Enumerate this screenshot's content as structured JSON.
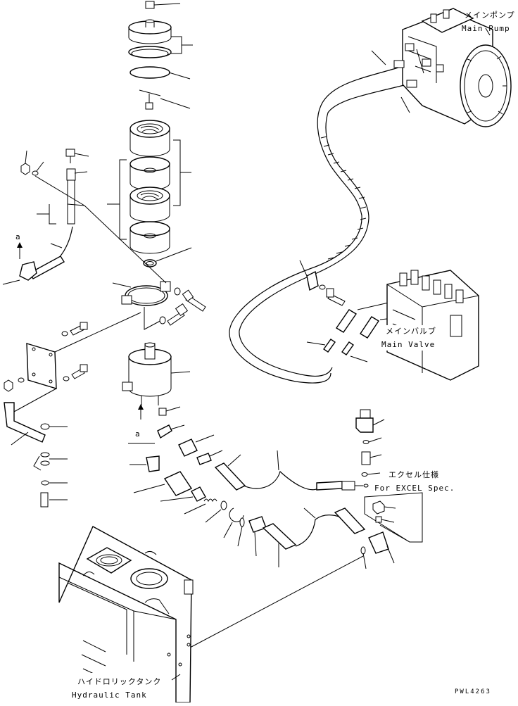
{
  "diagram": {
    "labels": {
      "main_pump_jp": "メインポンプ",
      "main_pump_en": "Main Pump",
      "main_valve_jp": "メインバルブ",
      "main_valve_en": "Main Valve",
      "excel_spec_jp": "エクセル仕様",
      "excel_spec_en": "For EXCEL Spec.",
      "hydraulic_tank_jp": "ハイドロリックタンク",
      "hydraulic_tank_en": "Hydraulic Tank",
      "view_marker_top": "a",
      "view_marker_bottom": "a",
      "drawing_code": "PWL4263"
    }
  }
}
